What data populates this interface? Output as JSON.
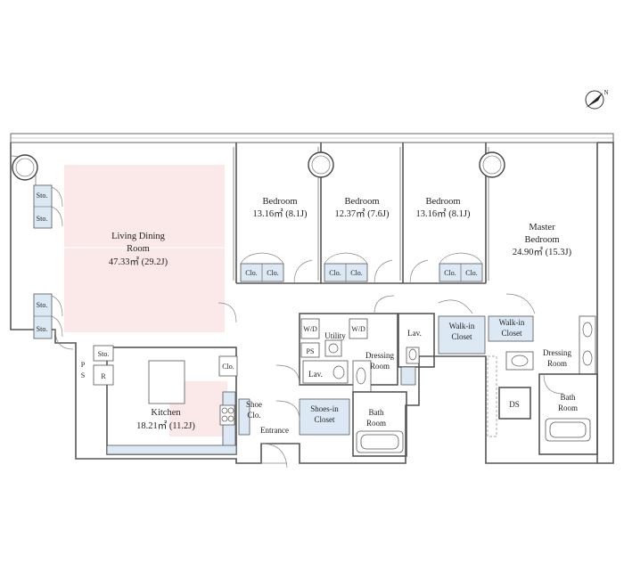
{
  "rooms": {
    "living": {
      "name": "Living Dining",
      "name2": "Room",
      "area": "47.33㎡ (29.2J)"
    },
    "kitchen": {
      "name": "Kitchen",
      "area": "18.21㎡ (11.2J)"
    },
    "bedroom1": {
      "name": "Bedroom",
      "area": "13.16㎡ (8.1J)"
    },
    "bedroom2": {
      "name": "Bedroom",
      "area": "12.37㎡ (7.6J)"
    },
    "bedroom3": {
      "name": "Bedroom",
      "area": "13.16㎡ (8.1J)"
    },
    "master": {
      "name": "Master",
      "name2": "Bedroom",
      "area": "24.90㎡ (15.3J)"
    }
  },
  "labels": {
    "sto": "Sto.",
    "clo": "Clo.",
    "ps": "PS",
    "p": "P",
    "s": "S",
    "r": "R",
    "wd": "W/D",
    "utility": "Utility",
    "lav": "Lav.",
    "dressing": "Dressing",
    "room": "Room",
    "walkin": "Walk-in",
    "closet": "Closet",
    "shoe": "Shoe",
    "shoes_in": "Shoes-in",
    "entrance": "Entrance",
    "bath": "Bath",
    "ds": "DS"
  },
  "compass": {
    "letter": "N"
  },
  "colors": {
    "living_fill": "#fbe8e8",
    "storage_fill": "#dce9f5",
    "wall": "#555555"
  }
}
